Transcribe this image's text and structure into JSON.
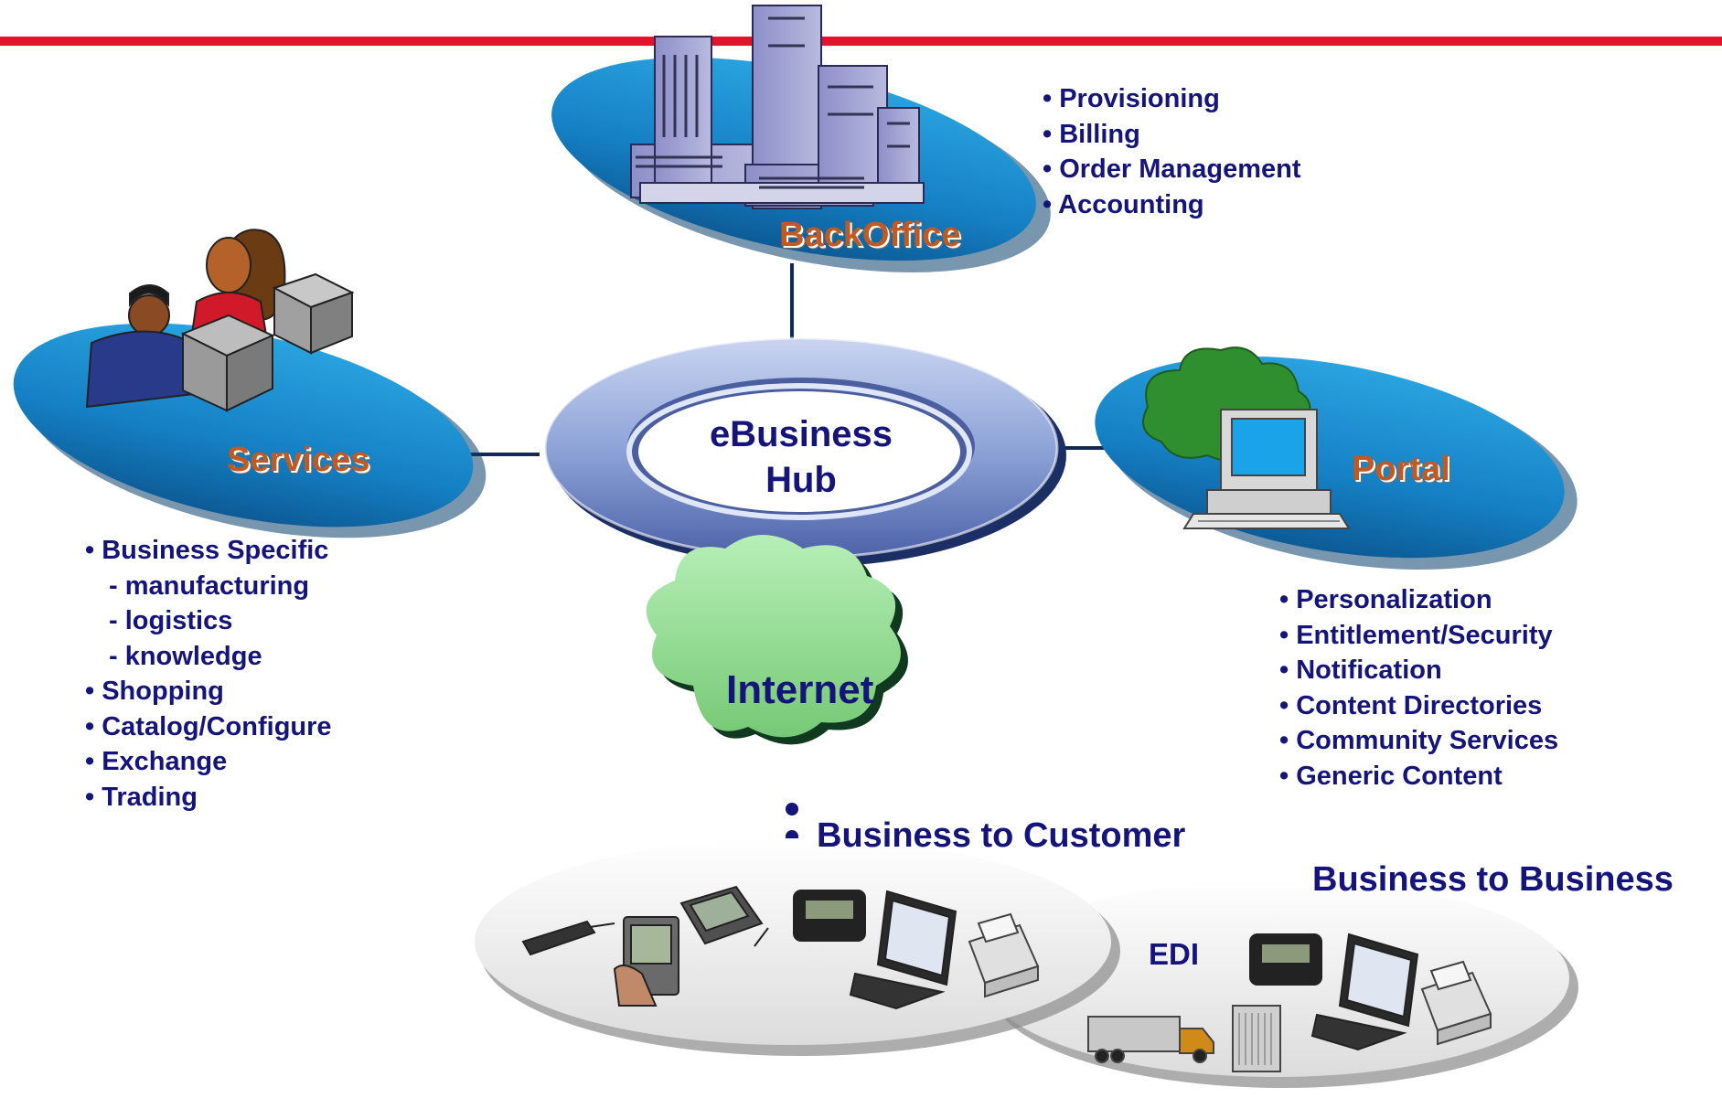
{
  "colors": {
    "header_line": "#e1142c",
    "platform_blue": "#1a86c8",
    "platform_dark": "#0b4f86",
    "ring_blue": "#8ea4d8",
    "cloud_green": "#9be09b",
    "dark_green": "#2f8f2f",
    "text_navy": "#14147a",
    "label_orange": "#c05a22",
    "device_platform": "#f1f1f1"
  },
  "hub": {
    "line1": "eBusiness",
    "line2": "Hub"
  },
  "backoffice": {
    "label": "BackOffice",
    "icon": "office-building-icon",
    "bullets": [
      "• Provisioning",
      "• Billing",
      "• Order Management",
      "• Accounting"
    ]
  },
  "services": {
    "label": "Services",
    "icon": "people-at-computers-icon",
    "bullets": [
      {
        "text": "• Business Specific",
        "sub": false
      },
      {
        "text": "- manufacturing",
        "sub": true
      },
      {
        "text": "- logistics",
        "sub": true
      },
      {
        "text": "- knowledge",
        "sub": true
      },
      {
        "text": "• Shopping",
        "sub": false
      },
      {
        "text": "• Catalog/Configure",
        "sub": false
      },
      {
        "text": "• Exchange",
        "sub": false
      },
      {
        "text": "• Trading",
        "sub": false
      }
    ]
  },
  "portal": {
    "label": "Portal",
    "icon": "desktop-computer-icon",
    "bullets": [
      "• Personalization",
      "• Entitlement/Security",
      "• Notification",
      "• Content Directories",
      "• Community Services",
      "• Generic Content"
    ]
  },
  "internet": {
    "label": "Internet",
    "icon": "cloud-icon"
  },
  "b2c": {
    "heading": "Business to Customer",
    "devices": [
      "mobile-phone-icon",
      "pda-icon",
      "handheld-pc-icon",
      "pager-icon",
      "laptop-icon",
      "fax-machine-icon"
    ]
  },
  "b2b": {
    "heading": "Business to Business",
    "edi": "EDI",
    "devices": [
      "pager-icon",
      "laptop-icon",
      "fax-machine-icon",
      "truck-icon",
      "server-icon"
    ]
  }
}
